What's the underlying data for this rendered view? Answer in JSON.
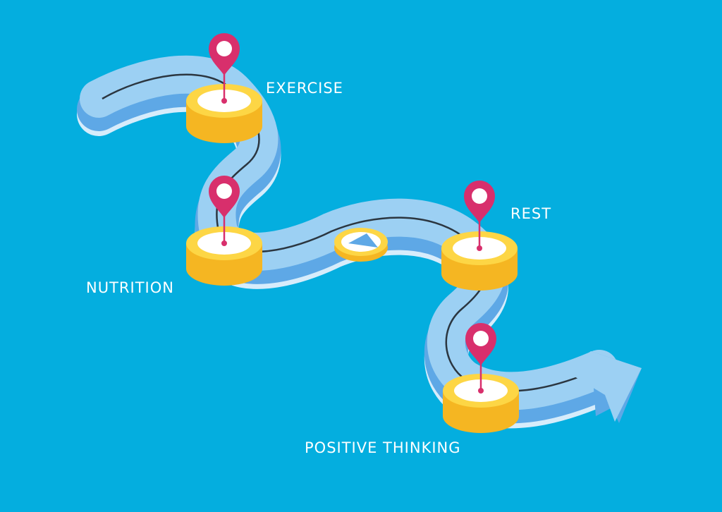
{
  "colors": {
    "background": "#04aedf",
    "road_top": "#9cd0f3",
    "road_side": "#5ea8e6",
    "road_bottom": "#d6ecfb",
    "center_line": "#2b3640",
    "stop_side": "#f5b622",
    "stop_top": "#fdd645",
    "stop_center": "#ffffff",
    "pin": "#d82f6c"
  },
  "milestones": [
    {
      "label": "EXERCISE",
      "icon": "map-pin-icon"
    },
    {
      "label": "NUTRITION",
      "icon": "map-pin-icon"
    },
    {
      "label": "REST",
      "icon": "map-pin-icon"
    },
    {
      "label": "POSITIVE THINKING",
      "icon": "map-pin-icon"
    }
  ],
  "direction_icon": "arrow-head-icon",
  "progress_icon": "compass-icon"
}
